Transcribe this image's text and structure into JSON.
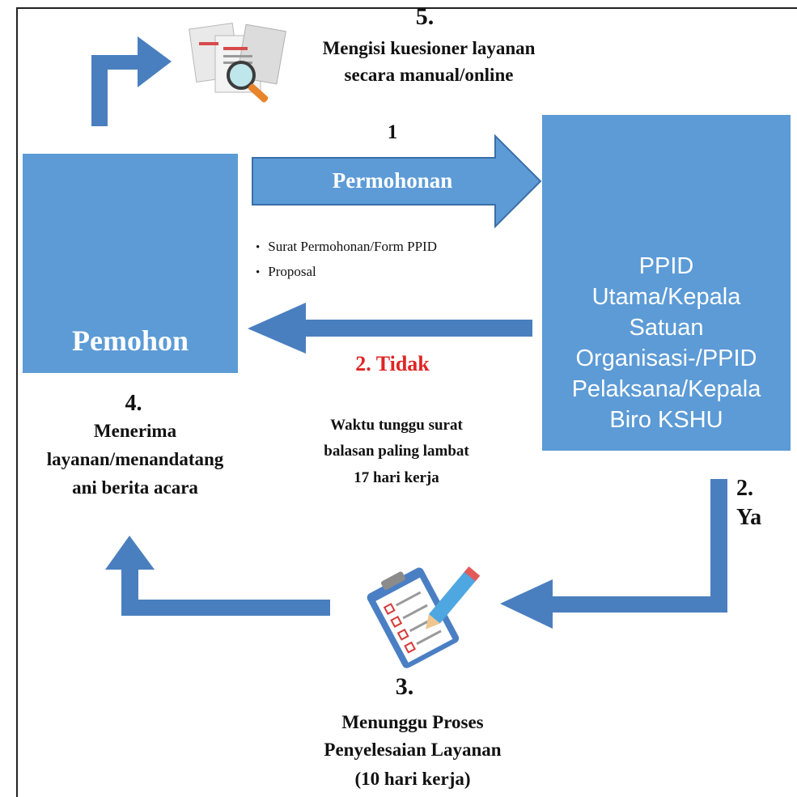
{
  "step5": {
    "number": "5.",
    "lines": [
      "Mengisi kuesioner layanan",
      "secara manual/online"
    ],
    "icon": "document-search-icon"
  },
  "step1": {
    "number": "1",
    "arrow_label": "Permohonan",
    "requirements": [
      "Surat Permohonan/Form PPID",
      "Proposal"
    ]
  },
  "pemohon": {
    "label": "Pemohon",
    "icon": "people-group-icon"
  },
  "ppid": {
    "lines": [
      "PPID",
      "Utama/Kepala",
      "Satuan",
      "Organisasi-/PPID",
      "Pelaksana/Kepala",
      "Biro KSHU"
    ],
    "icon": "businessman-avatar-icon"
  },
  "step2_tidak": {
    "label": "2. Tidak",
    "wait_lines": [
      "Waktu tunggu surat",
      "balasan paling lambat",
      "17 hari kerja"
    ]
  },
  "step2_ya": {
    "number": "2.",
    "label": "Ya"
  },
  "step4": {
    "number": "4.",
    "lines": [
      "Menerima",
      "layanan/menandatang",
      "ani berita acara"
    ]
  },
  "step3": {
    "number": "3.",
    "lines": [
      "Menunggu Proses",
      "Penyelesaian Layanan",
      "(10 hari kerja)"
    ],
    "icon": "clipboard-checklist-icon"
  },
  "colors": {
    "box_fill": "#5c9bd6",
    "arrow_fill": "#4a7fbf",
    "accent_red": "#e02424"
  }
}
